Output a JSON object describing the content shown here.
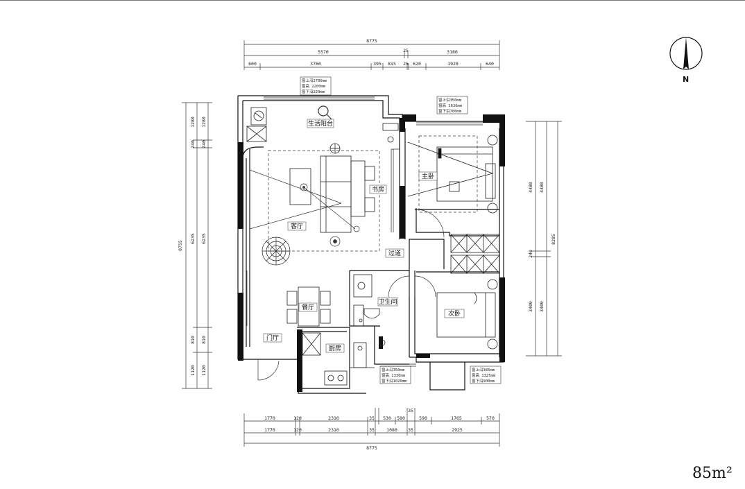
{
  "area": "85m²",
  "compass": {
    "letter": "N"
  },
  "rooms": {
    "living_balcony": "生活阳台",
    "study": "书房",
    "living_room": "客厅",
    "master_bedroom": "主卧",
    "corridor": "过道",
    "bathroom": "卫生间",
    "dining_room": "餐厅",
    "second_bedroom": "次卧",
    "entrance": "门厅",
    "kitchen": "厨房"
  },
  "dims": {
    "top_total": "8775",
    "top_r2": [
      "5570",
      "25",
      "3180"
    ],
    "top_r3": [
      "600",
      "3760",
      "395",
      "815",
      "25",
      "620",
      "1920",
      "640"
    ],
    "bottom_r1": [
      "1770",
      "120",
      "2310",
      "35",
      "530",
      "580",
      "35",
      "590",
      "1765",
      "570"
    ],
    "bottom_r2": [
      "1770",
      "120",
      "2310",
      "35",
      "1080",
      "35",
      "2925"
    ],
    "bottom_total": "8775",
    "left_outer": "8755",
    "left_seg": [
      "1280",
      "240",
      "6235",
      "810",
      "1120"
    ],
    "right_outer": "8285",
    "right_seg": [
      "4480",
      "240",
      "3400"
    ]
  },
  "window_notes": {
    "top": [
      "窗上沿2700mm",
      "窗高 2200mm",
      "窗下沿220mm"
    ],
    "master": [
      "窗上沿350mm",
      "窗高 1630mm",
      "窗下沿700mm"
    ],
    "bath": [
      "窗上沿350mm",
      "窗高 1330mm",
      "窗下沿1020mm"
    ],
    "second": [
      "窗上沿385mm",
      "窗高 1325mm",
      "窗下沿900mm"
    ]
  }
}
